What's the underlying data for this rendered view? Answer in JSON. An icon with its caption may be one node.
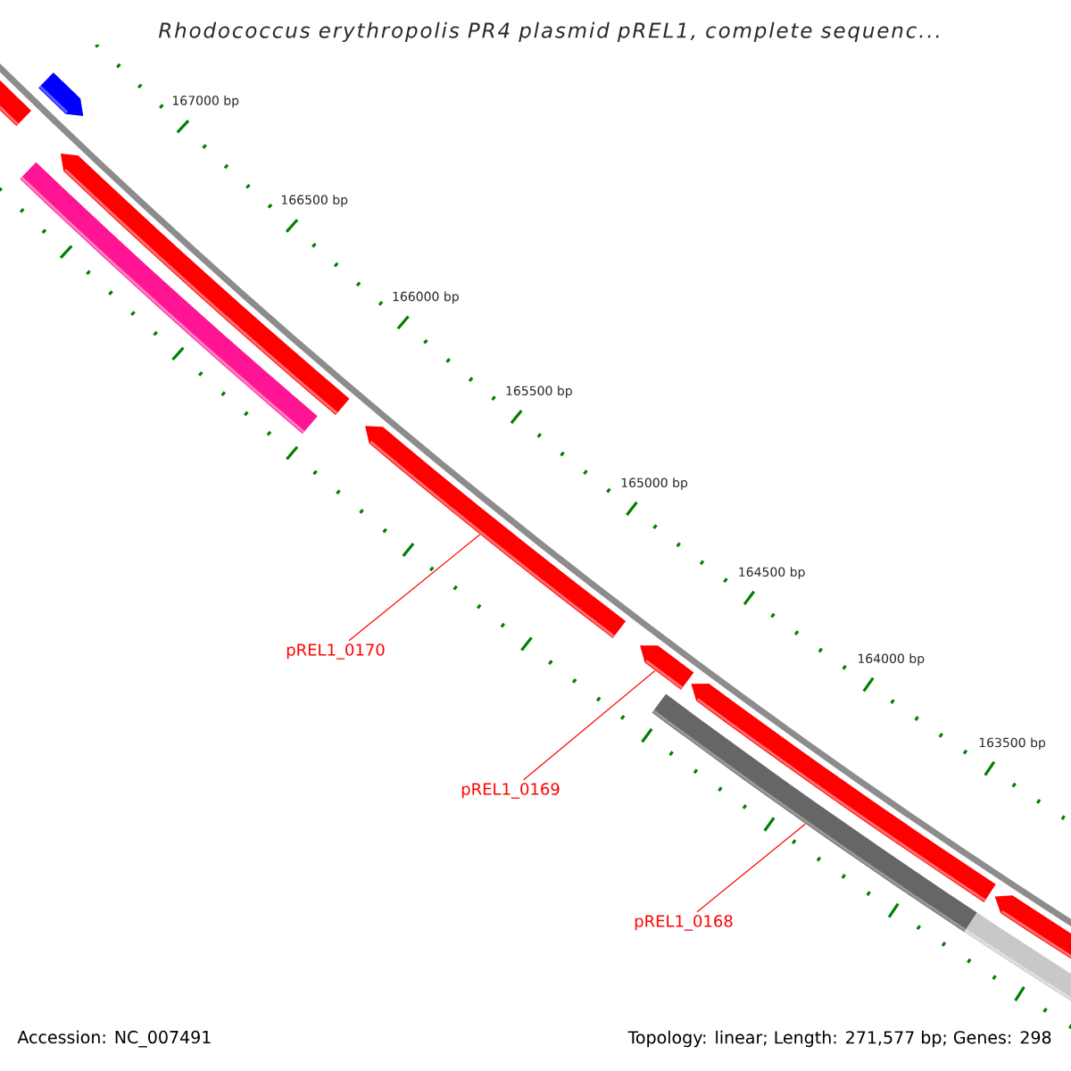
{
  "diagram": {
    "title": "Rhodococcus erythropolis PR4 plasmid pREL1, complete sequenc...",
    "nodes": [
      {
        "text": [],
        "shape": "bar"
      },
      {
        "text": [],
        "shape": "bar"
      },
      {
        "text": [],
        "shape": "bar"
      },
      {
        "text": [],
        "shape": "bar"
      },
      {
        "text": [],
        "shape": "bar"
      },
      {
        "text": [],
        "shape": "bar"
      },
      {
        "text": [],
        "shape": "bar"
      },
      {
        "text": [],
        "shape": "bar"
      },
      {
        "text": [],
        "shape": "bar"
      },
      {
        "text": [],
        "shape": "bar"
      },
      {
        "text": [
          "pREL1_0170"
        ]
      },
      {
        "text": [
          "pREL1_0169"
        ]
      },
      {
        "text": [
          "pREL1_0168"
        ]
      }
    ],
    "edges": [
      {
        "from": 10,
        "to": 4,
        "arrow": "none"
      },
      {
        "from": 11,
        "to": 5,
        "arrow": "none"
      },
      {
        "from": 12,
        "to": 7,
        "arrow": "none"
      }
    ],
    "labels": [
      "167000 bp",
      "166500 bp",
      "166000 bp",
      "165500 bp",
      "165000 bp",
      "164500 bp",
      "164000 bp",
      "163500 bp",
      "Accession: NC_007491",
      "Topology: linear; Length: 271,577 bp; Genes: 298"
    ]
  }
}
